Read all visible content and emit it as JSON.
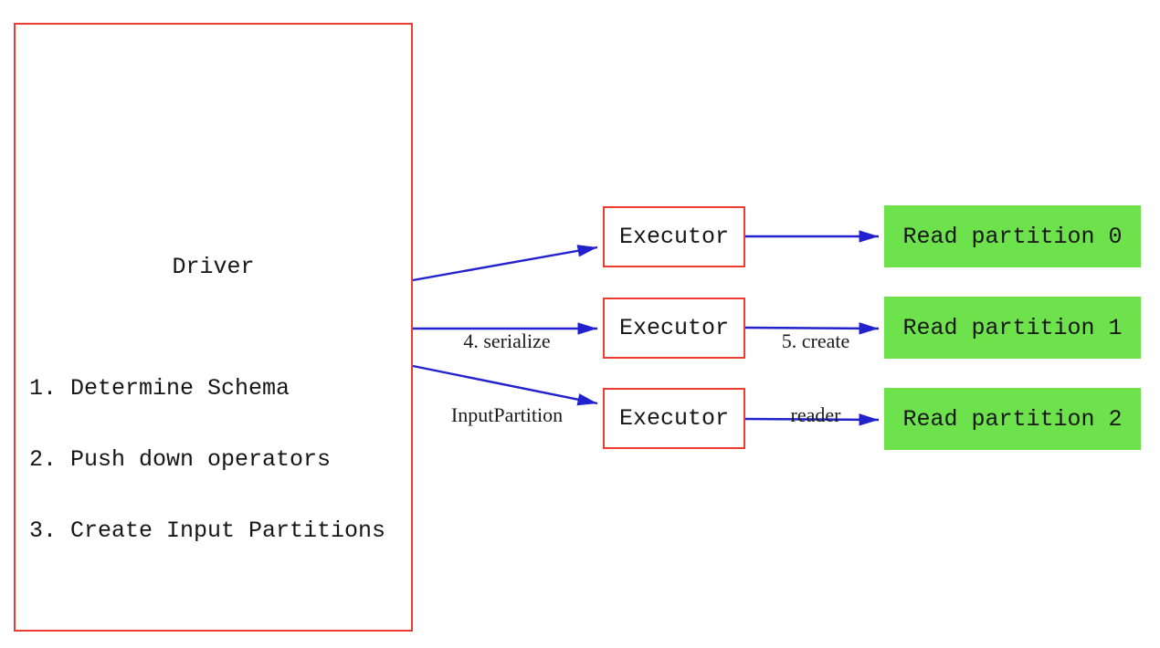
{
  "driver": {
    "title": "Driver",
    "steps": [
      "1. Determine Schema",
      "2. Push down operators",
      "3. Create Input Partitions"
    ]
  },
  "executors": [
    {
      "label": "Executor"
    },
    {
      "label": "Executor"
    },
    {
      "label": "Executor"
    }
  ],
  "partitions": [
    {
      "label": "Read partition 0"
    },
    {
      "label": "Read partition 1"
    },
    {
      "label": "Read partition 2"
    }
  ],
  "edge_labels": {
    "serialize": {
      "line1": "4. serialize",
      "line2": "InputPartition"
    },
    "create_reader": {
      "line1": "5. create",
      "line2": "reader"
    }
  },
  "colors": {
    "box_border_red": "#ee3c30",
    "arrow_blue": "#2121cd",
    "partition_green": "#6ee24c"
  }
}
